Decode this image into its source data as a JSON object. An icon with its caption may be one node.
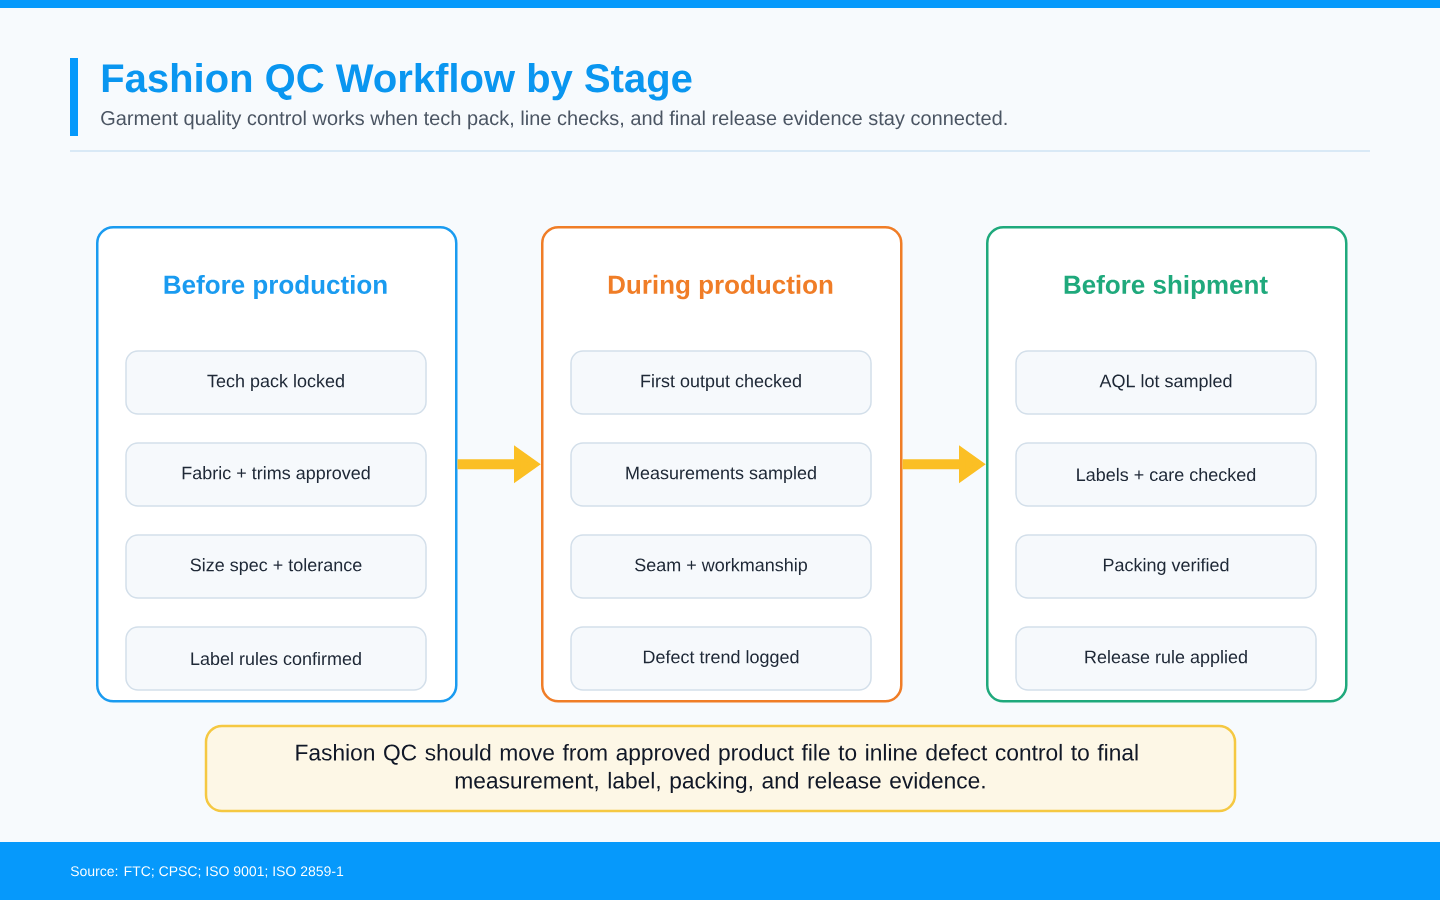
{
  "diagram": {
    "title": "Fashion QC Workflow by Stage",
    "nodes": [
      {
        "text": [
          "Before production"
        ]
      },
      {
        "text": [
          "Tech pack locked"
        ],
        "in": 0
      },
      {
        "text": [
          "Fabric + trims approved"
        ],
        "in": 0
      },
      {
        "text": [
          "Size spec + tolerance"
        ],
        "in": 0
      },
      {
        "text": [
          "Label rules confirmed"
        ],
        "in": 0
      },
      {
        "text": [
          "During production"
        ]
      },
      {
        "text": [
          "First output checked"
        ],
        "in": 5
      },
      {
        "text": [
          "Measurements sampled"
        ],
        "in": 5
      },
      {
        "text": [
          "Seam + workmanship"
        ],
        "in": 5
      },
      {
        "text": [
          "Defect trend logged"
        ],
        "in": 5
      },
      {
        "text": [
          "Before shipment"
        ]
      },
      {
        "text": [
          "AQL lot sampled"
        ],
        "in": 10
      },
      {
        "text": [
          "Labels + care checked"
        ],
        "in": 10
      },
      {
        "text": [
          "Packing verified"
        ],
        "in": 10
      },
      {
        "text": [
          "Release rule applied"
        ],
        "in": 10
      },
      {
        "text": [
          "Fashion QC should move from approved product file to inline defect control to final measurement, label, packing, and release evidence."
        ]
      }
    ],
    "edges": [
      {
        "from": 0,
        "to": 5,
        "arrow": "to"
      },
      {
        "from": 5,
        "to": 10,
        "arrow": "to"
      }
    ],
    "labels": [
      "Garment quality control works when tech pack, line checks, and final release evidence stay connected.",
      "Source: FTC; CPSC; ISO 9001; ISO 2859-1"
    ]
  }
}
